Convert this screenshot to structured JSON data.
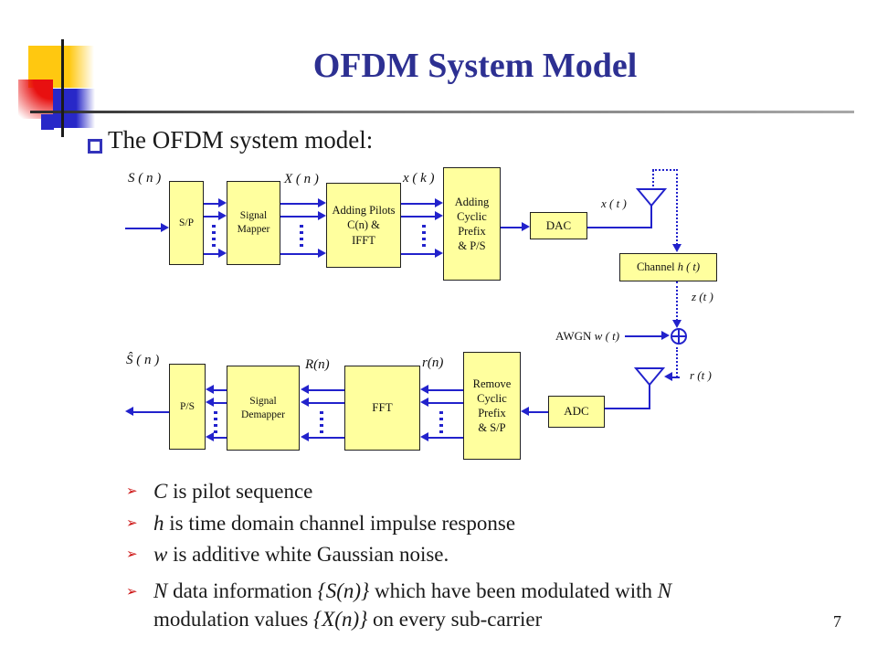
{
  "slide": {
    "title": "OFDM System Model",
    "intro": "The OFDM system model:",
    "page_number": "7"
  },
  "diagram": {
    "boxes": {
      "sp": "S/P",
      "signal_mapper": "Signal\nMapper",
      "adding_pilots": "Adding Pilots\nC(n) &\nIFFT",
      "adding_cyclic": "Adding\nCyclic\nPrefix\n& P/S",
      "dac": "DAC",
      "channel_name": "Channel ",
      "channel_var": "h ( t)",
      "adc": "ADC",
      "remove_cyclic": "Remove\nCyclic\nPrefix\n& S/P",
      "fft": "FFT",
      "signal_demapper": "Signal\nDemapper",
      "ps": "P/S"
    },
    "labels": {
      "s_n": "S ( n )",
      "x_n": "X ( n )",
      "x_k": "x ( k )",
      "x_t": "x ( t )",
      "z_t": "z (t )",
      "awgn_name": "AWGN ",
      "awgn_var": "w ( t)",
      "r_t": "r (t )",
      "r_n": "r(n)",
      "R_n": "R(n)",
      "s_hat_n": "Ŝ ( n )"
    }
  },
  "bullets": {
    "b1": {
      "var": "C",
      "rest": " is pilot sequence"
    },
    "b2": {
      "var": "h",
      "rest": " is time domain channel impulse response"
    },
    "b3": {
      "var": "w",
      "rest": " is additive white Gaussian noise."
    },
    "b4": {
      "s1": "N",
      "s2": " data information ",
      "s3": "{S(n)}",
      "s4": " which have been modulated with ",
      "s5": "N",
      "s6": " modulation values ",
      "s7": "{X(n)}",
      "s8": " on every sub-carrier"
    },
    "glyph": "➢"
  },
  "colors": {
    "title_blue": "#2D3092",
    "box_fill": "#FFFF9E",
    "line_blue": "#2222CC",
    "bullet_red": "#CC1111",
    "accent_yellow": "#FFC810",
    "accent_blue": "#2828C8",
    "accent_red": "#E81010"
  }
}
